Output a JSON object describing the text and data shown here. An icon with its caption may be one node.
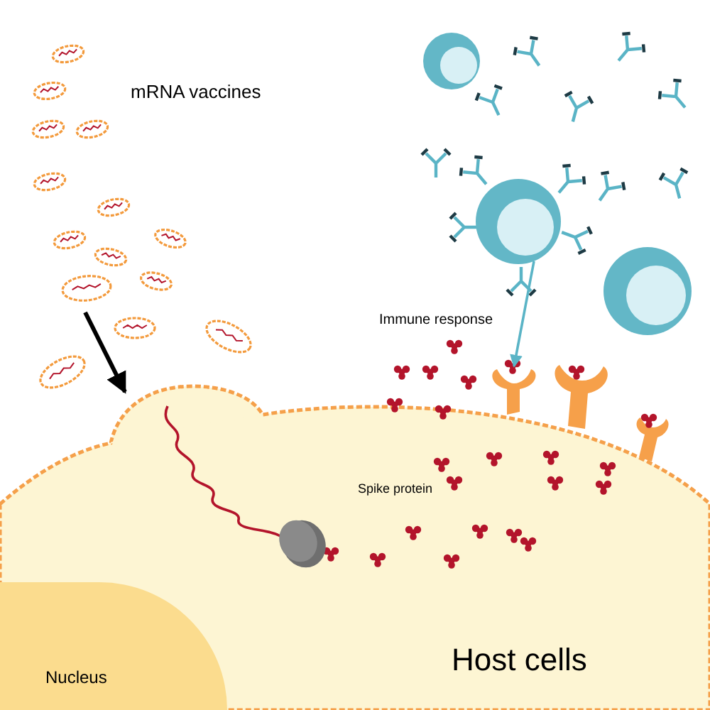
{
  "diagram": {
    "nodes": [
      {
        "text": [
          "Host cells"
        ]
      },
      {
        "text": [
          "Nucleus"
        ],
        "in": 0
      },
      {
        "text": [],
        "shape": "circle"
      },
      {
        "text": [],
        "shape": "picture"
      }
    ],
    "edges": [
      {
        "from": null,
        "to": 0,
        "arrow": "to"
      },
      {
        "from": 2,
        "to": 3,
        "arrow": "to",
        "color": "#5ab4c6"
      }
    ],
    "labels": [
      "mRNA vaccines",
      "Immune response",
      "Spike protein"
    ]
  }
}
